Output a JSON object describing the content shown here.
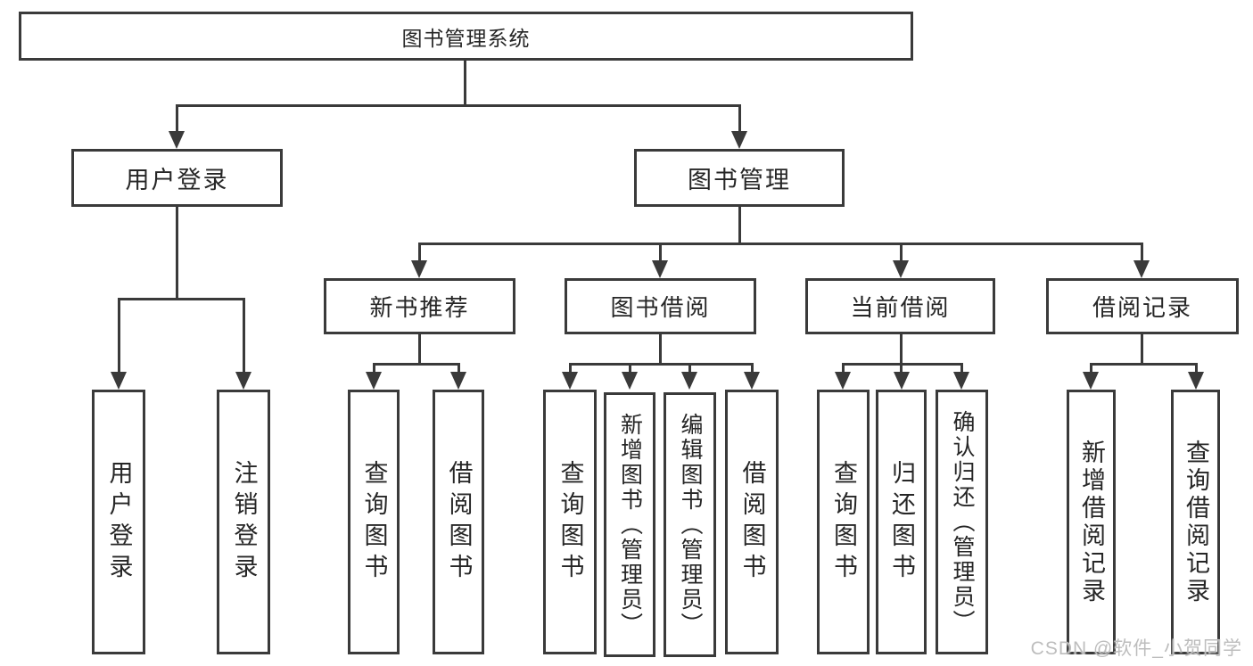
{
  "nodes": {
    "root": "图书管理系统",
    "level2": [
      "用户登录",
      "图书管理"
    ],
    "level3": [
      "新书推荐",
      "图书借阅",
      "当前借阅",
      "借阅记录"
    ],
    "leaves": {
      "user_login": [
        "用户登录",
        "注销登录"
      ],
      "new_book_recommend": [
        "查询图书",
        "借阅图书"
      ],
      "book_borrowing": [
        "查询图书",
        "新增图书（管理员）",
        "编辑图书（管理员）",
        "借阅图书"
      ],
      "current_borrowing": [
        "查询图书",
        "归还图书",
        "确认归还（管理员）"
      ],
      "borrowing_records": [
        "新增借阅记录",
        "查询借阅记录"
      ]
    }
  },
  "watermark": "CSDN @软件_小贺同学",
  "colors": {
    "line": "#3a3a3a",
    "text": "#262626",
    "watermark": "#bdbdbd",
    "background": "#ffffff"
  }
}
